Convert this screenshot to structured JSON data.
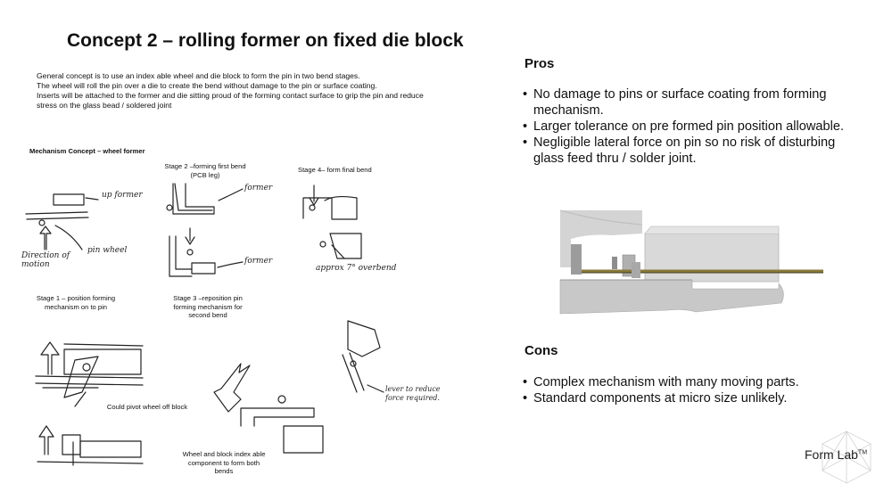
{
  "title": "Concept 2 – rolling former on fixed die block",
  "intro": [
    "General concept is to use an index able wheel and die block to form the pin in two bend stages.",
    "The wheel will roll the pin over a die to create the bend without damage to the pin or surface coating.",
    "Inserts will be attached to the former and die sitting proud of the forming contact surface to grip the pin and reduce",
    "stress on the glass bead / soldered joint"
  ],
  "sketch_captions": {
    "mechanism_concept": "Mechanism Concept – wheel former",
    "stage2": "Stage 2 –forming first bend\n(PCB leg)",
    "stage4": "Stage 4– form final bend",
    "stage1": "Stage 1 – position forming\nmechanism on to pin",
    "stage3": "Stage 3 –reposition pin\nforming mechanism for\nsecond bend",
    "pivot": "Could pivot wheel off block",
    "index": "Wheel and block index able\ncomponent to form both\nbends"
  },
  "handwritten": {
    "up_former": "up former",
    "pin_wheel": "pin wheel",
    "direction": "Direction of\nmotion",
    "former_a": "former",
    "former_b": "former",
    "overbend": "approx 7° overbend",
    "lever": "lever to reduce\nforce required."
  },
  "pros": {
    "heading": "Pros",
    "items": [
      "No damage to pins or surface coating from forming mechanism.",
      "Larger tolerance on pre formed pin position allowable.",
      "Negligible lateral force on pin so no risk of disturbing glass feed thru / solder joint."
    ]
  },
  "cons": {
    "heading": "Cons",
    "items": [
      "Complex mechanism with many moving parts.",
      "Standard components at micro size unlikely."
    ]
  },
  "logo": {
    "text": "Form Lab",
    "tm": "TM"
  }
}
